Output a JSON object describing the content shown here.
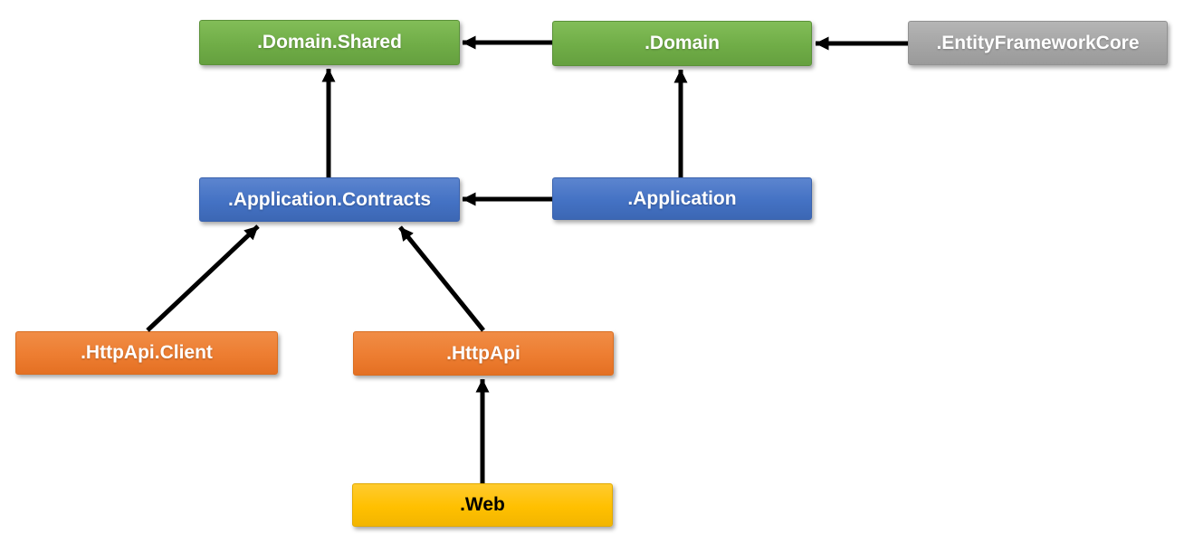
{
  "diagram": {
    "type": "dependency-diagram",
    "nodes": {
      "domain_shared": {
        "label": ".Domain.Shared",
        "color": "#70AD47",
        "text_color": "#FFFFFF"
      },
      "domain": {
        "label": ".Domain",
        "color": "#70AD47",
        "text_color": "#FFFFFF"
      },
      "entity_framework_core": {
        "label": ".EntityFrameworkCore",
        "color": "#A5A5A5",
        "text_color": "#FFFFFF"
      },
      "application_contracts": {
        "label": ".Application.Contracts",
        "color": "#4472C4",
        "text_color": "#FFFFFF"
      },
      "application": {
        "label": ".Application",
        "color": "#4472C4",
        "text_color": "#FFFFFF"
      },
      "httpapi_client": {
        "label": ".HttpApi.Client",
        "color": "#ED7D31",
        "text_color": "#FFFFFF"
      },
      "httpapi": {
        "label": ".HttpApi",
        "color": "#ED7D31",
        "text_color": "#FFFFFF"
      },
      "web": {
        "label": ".Web",
        "color": "#FFC000",
        "text_color": "#000000"
      }
    },
    "edges": [
      {
        "from": ".Domain",
        "to": ".Domain.Shared"
      },
      {
        "from": ".EntityFrameworkCore",
        "to": ".Domain"
      },
      {
        "from": ".Application.Contracts",
        "to": ".Domain.Shared"
      },
      {
        "from": ".Application",
        "to": ".Domain"
      },
      {
        "from": ".Application",
        "to": ".Application.Contracts"
      },
      {
        "from": ".HttpApi.Client",
        "to": ".Application.Contracts"
      },
      {
        "from": ".HttpApi",
        "to": ".Application.Contracts"
      },
      {
        "from": ".Web",
        "to": ".HttpApi"
      }
    ],
    "colors": {
      "arrow": "#000000",
      "background": "#FFFFFF",
      "green_layer": "#70AD47",
      "blue_layer": "#4472C4",
      "orange_layer": "#ED7D31",
      "gray_layer": "#A5A5A5",
      "gold_layer": "#FFC000"
    }
  }
}
